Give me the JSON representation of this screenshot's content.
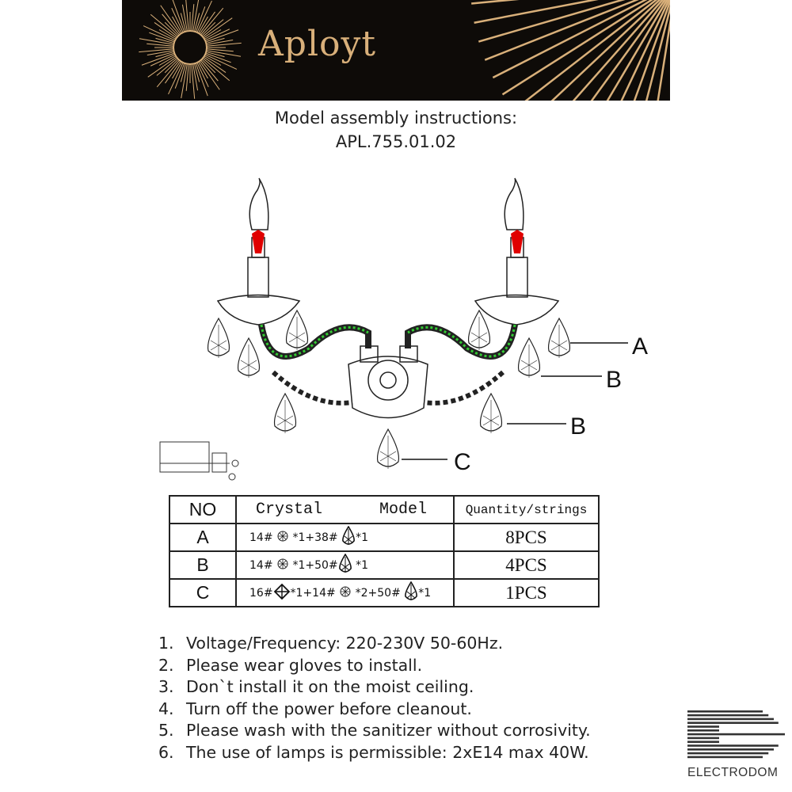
{
  "banner": {
    "brand": "Aployt"
  },
  "header": {
    "line1": "Model assembly instructions:",
    "line2": "APL.755.01.02"
  },
  "diagram": {
    "labels": [
      "A",
      "B",
      "B",
      "C"
    ]
  },
  "table": {
    "headers": [
      "NO",
      "Crystal      Model",
      "Quantity/strings"
    ],
    "rows": [
      {
        "no": "A",
        "parts": [
          "14#",
          "*1+38#",
          "*1"
        ],
        "qty": "8PCS"
      },
      {
        "no": "B",
        "parts": [
          "14#",
          "*1+50#",
          "*1"
        ],
        "qty": "4PCS"
      },
      {
        "no": "C",
        "parts": [
          "16#",
          "*1+14#",
          "*2+50#",
          "*1"
        ],
        "qty": "1PCS"
      }
    ]
  },
  "notes": [
    {
      "n": "1.",
      "t": "Voltage/Frequency: 220-230V 50-60Hz."
    },
    {
      "n": "2.",
      "t": "Please wear gloves to install."
    },
    {
      "n": "3.",
      "t": "Don`t install it on the moist ceiling."
    },
    {
      "n": "4.",
      "t": "Turn off the power before cleanout."
    },
    {
      "n": "5.",
      "t": "Please wash with the sanitizer without corrosivity."
    },
    {
      "n": "6.",
      "t": "The use of lamps is permissible: 2xE14 max 40W."
    }
  ],
  "logo": {
    "text": "ELECTRODOM"
  },
  "colors": {
    "gold": "#d9b07a",
    "banner": "#0e0b08",
    "bulb": "#e00000",
    "arm": "#33cc33"
  }
}
